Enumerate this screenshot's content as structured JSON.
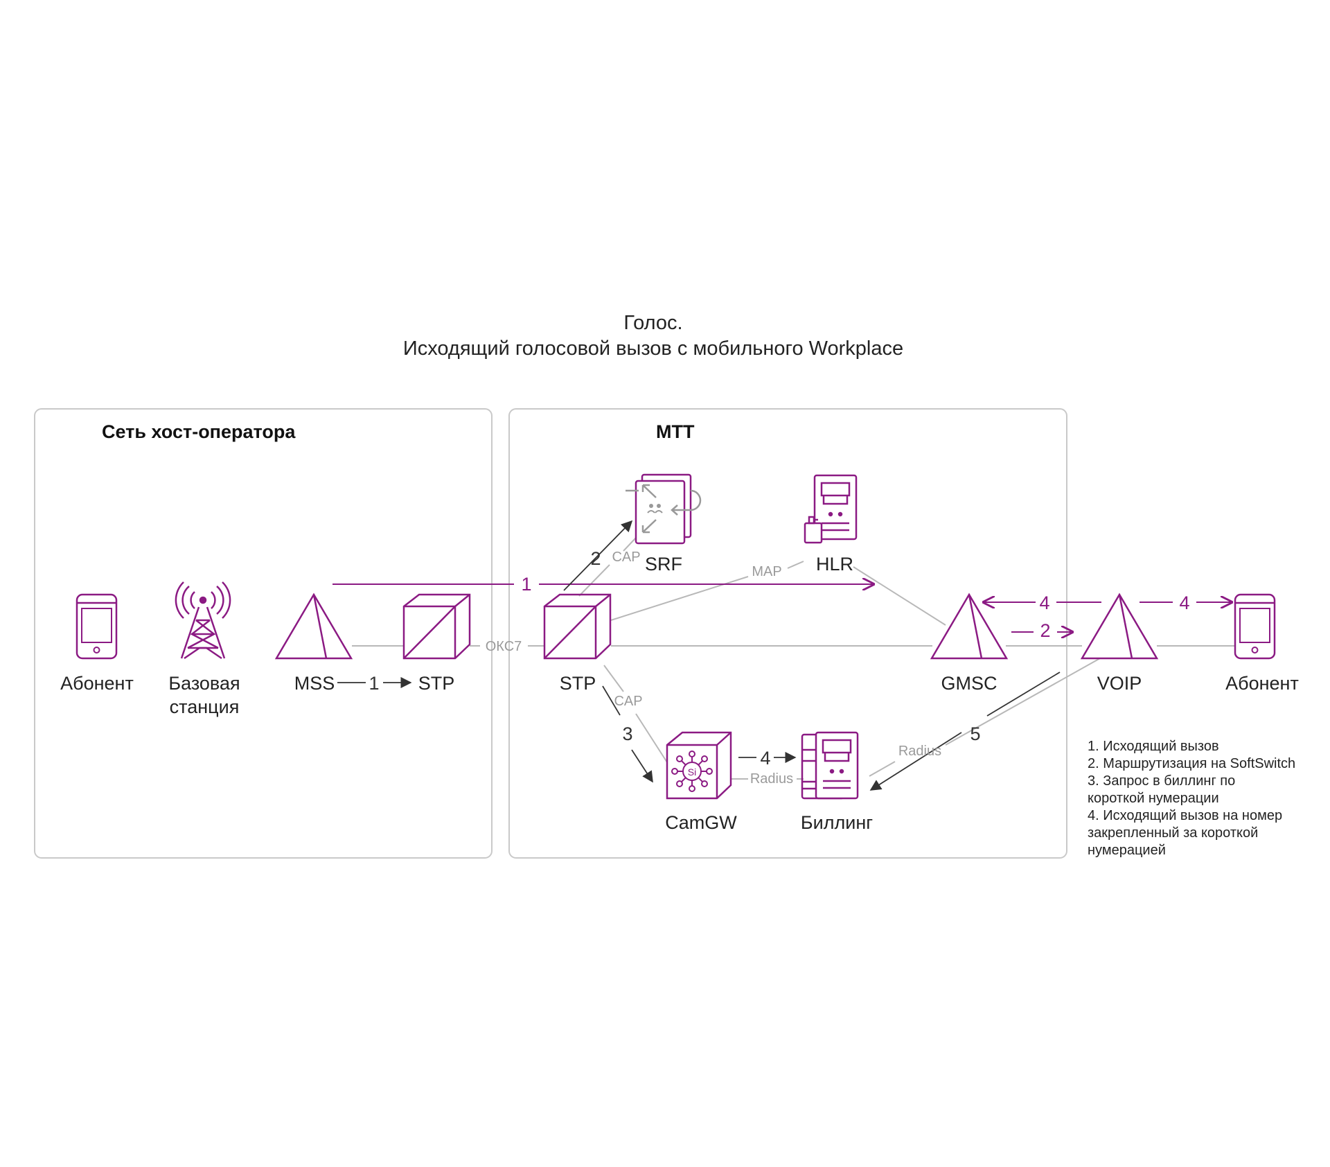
{
  "title": {
    "line1": "Голос.",
    "line2": "Исходящий голосовой вызов с мобильного Workplace"
  },
  "regions": {
    "host": "Сеть  хост-оператора",
    "mtt": "МТТ"
  },
  "nodes": {
    "subscriber_left": "Абонент",
    "base_station_line1": "Базовая",
    "base_station_line2": "станция",
    "mss": "MSS",
    "stp_left": "STP",
    "stp_mtt": "STP",
    "srf": "SRF",
    "hlr": "HLR",
    "gmsc": "GMSC",
    "voip": "VOIP",
    "subscriber_right": "Абонент",
    "camgw": "CamGW",
    "billing": "Биллинг"
  },
  "protocols": {
    "okc7": "ОКС7",
    "cap_srf": "CAP",
    "map": "MAP",
    "cap_camgw": "CAP",
    "radius_camgw": "Radius",
    "radius_voip": "Radius"
  },
  "steps": {
    "mss_stp": "1",
    "main_call": "1",
    "to_srf": "2",
    "to_camgw": "3",
    "camgw_billing": "4",
    "voip_gmsc": "4",
    "voip_subscriber": "4",
    "gmsc_voip": "2",
    "voip_billing": "5"
  },
  "camgw_icon_text": "Si",
  "legend": [
    "1. Исходящий вызов",
    "2. Маршрутизация на SoftSwitch",
    "3. Запрос в биллинг по",
    "короткой нумерации",
    "4. Исходящий вызов на номер",
    "закрепленный за короткой",
    "нумерацией"
  ],
  "colors": {
    "accent": "#8b1a83",
    "line_gray": "#b8b8b8",
    "arrow_dark": "#333333"
  }
}
